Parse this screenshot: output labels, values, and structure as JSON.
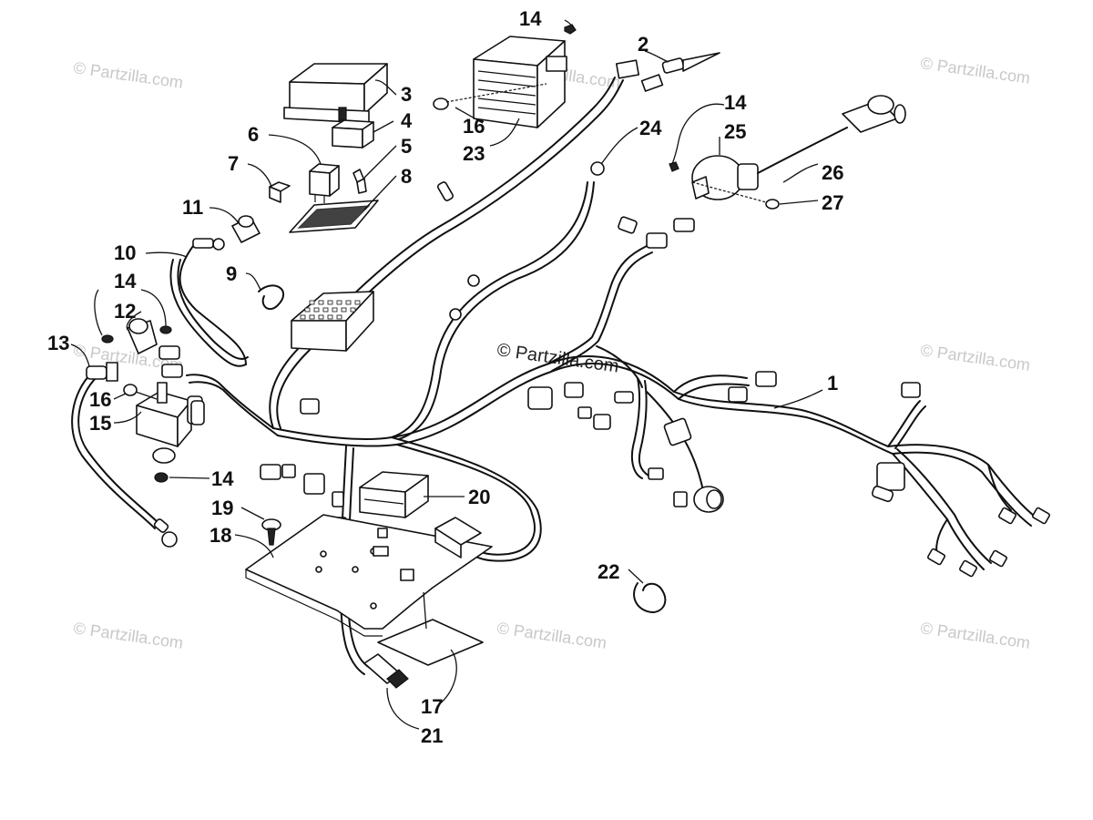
{
  "watermark_text": "© Partzilla.com",
  "center_watermark_text": "© Partzilla.com",
  "callouts": {
    "c1": "1",
    "c2": "2",
    "c3": "3",
    "c4": "4",
    "c5": "5",
    "c6": "6",
    "c7": "7",
    "c8": "8",
    "c9": "9",
    "c10": "10",
    "c11": "11",
    "c12": "12",
    "c13": "13",
    "c14a": "14",
    "c14b": "14",
    "c14c": "14",
    "c14d": "14",
    "c15": "15",
    "c16a": "16",
    "c16b": "16",
    "c17": "17",
    "c18": "18",
    "c19": "19",
    "c20": "20",
    "c21": "21",
    "c22": "22",
    "c23": "23",
    "c24": "24",
    "c25": "25",
    "c26": "26",
    "c27": "27"
  }
}
